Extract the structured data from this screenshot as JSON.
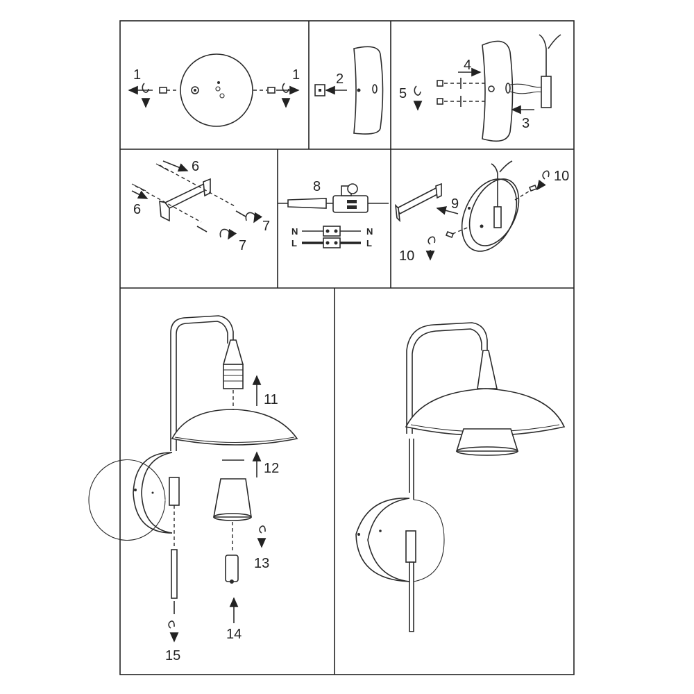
{
  "steps": [
    "1",
    "2",
    "3",
    "4",
    "5",
    "6",
    "7",
    "8",
    "9",
    "10",
    "11",
    "12",
    "13",
    "14",
    "15"
  ],
  "wires": {
    "neutral": "N",
    "live": "L"
  }
}
